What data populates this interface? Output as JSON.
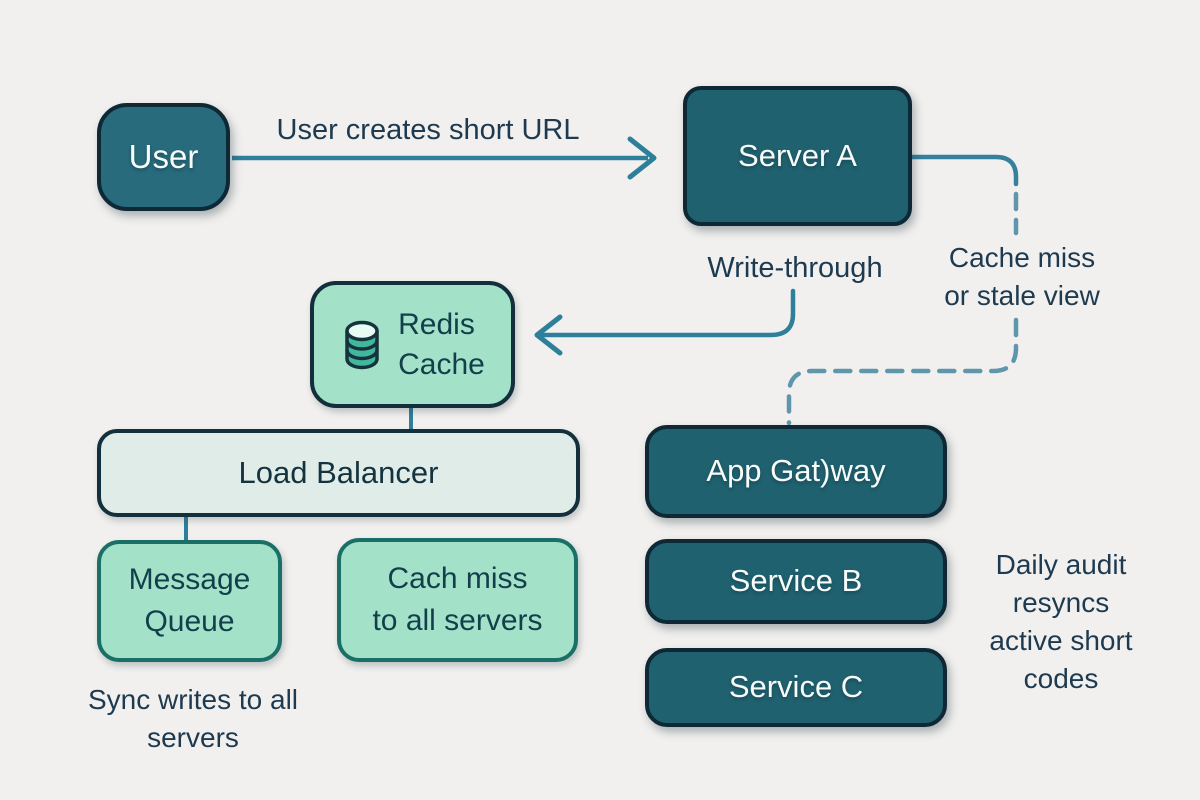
{
  "diagram": {
    "background_color": "#f1f0ee",
    "colors": {
      "dark_node_fill": "#20616f",
      "user_node_fill": "#276b7c",
      "dark_node_border": "#0e2836",
      "mint_node_fill": "#a3e1c9",
      "mint_node_border_navy": "#122f3b",
      "mint_node_border_teal": "#1a6f66",
      "light_node_fill": "#dfece8",
      "solid_connector": "#2e7f99",
      "dashed_connector": "#6096ac",
      "label_text": "#1d3a50",
      "dark_node_text": "#f7fbfa",
      "mint_node_text": "#123f4b",
      "db_icon_body": "#41b79b",
      "db_icon_top": "#e9fcf3"
    },
    "nodes": {
      "user": {
        "label": "User"
      },
      "server_a": {
        "label": "Server A"
      },
      "redis_cache": {
        "label": "Redis\nCache",
        "icon": "database-icon"
      },
      "load_balancer": {
        "label": "Load Balancer"
      },
      "message_queue": {
        "label": "Message\nQueue"
      },
      "cache_miss_fanout": {
        "label": "Cach miss\nto all servers"
      },
      "app_gateway": {
        "label": "App Gat)way"
      },
      "service_b": {
        "label": "Service B"
      },
      "service_c": {
        "label": "Service C"
      }
    },
    "edge_labels": {
      "user_creates": "User creates short URL",
      "write_through": "Write-through",
      "cache_miss": "Cache miss\nor stale view"
    },
    "annotations": {
      "sync_writes": "Sync writes to all\nservers",
      "daily_audit": "Daily audit\nresyncs\nactive short\ncodes"
    }
  }
}
